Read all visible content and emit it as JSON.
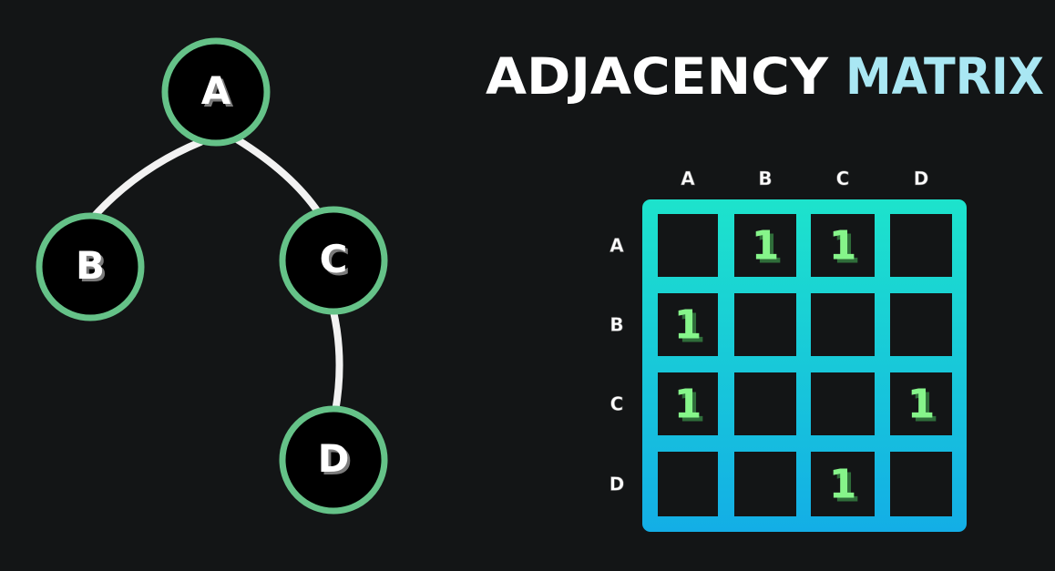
{
  "title": {
    "word1": "ADJACENCY",
    "word2": "MATRIX",
    "word1_color": "#ffffff",
    "word2_color": "#a9e7f3"
  },
  "graph": {
    "node_fill": "#000000",
    "node_ring_color": "#65c288",
    "edge_color": "#f2f2f2",
    "nodes": [
      {
        "id": "A",
        "label": "A"
      },
      {
        "id": "B",
        "label": "B"
      },
      {
        "id": "C",
        "label": "C"
      },
      {
        "id": "D",
        "label": "D"
      }
    ],
    "edges": [
      {
        "from": "A",
        "to": "B"
      },
      {
        "from": "A",
        "to": "C"
      },
      {
        "from": "C",
        "to": "D"
      }
    ]
  },
  "matrix": {
    "column_labels": [
      "A",
      "B",
      "C",
      "D"
    ],
    "row_labels": [
      "A",
      "B",
      "C",
      "D"
    ],
    "cells": [
      [
        "",
        "1",
        "1",
        ""
      ],
      [
        "1",
        "",
        "",
        ""
      ],
      [
        "1",
        "",
        "",
        "1"
      ],
      [
        "",
        "",
        "1",
        ""
      ]
    ],
    "gradient_top_color": "#1de3cc",
    "gradient_bottom_color": "#13aee6",
    "cell_background": "#131516",
    "value_color": "#86f58a"
  }
}
